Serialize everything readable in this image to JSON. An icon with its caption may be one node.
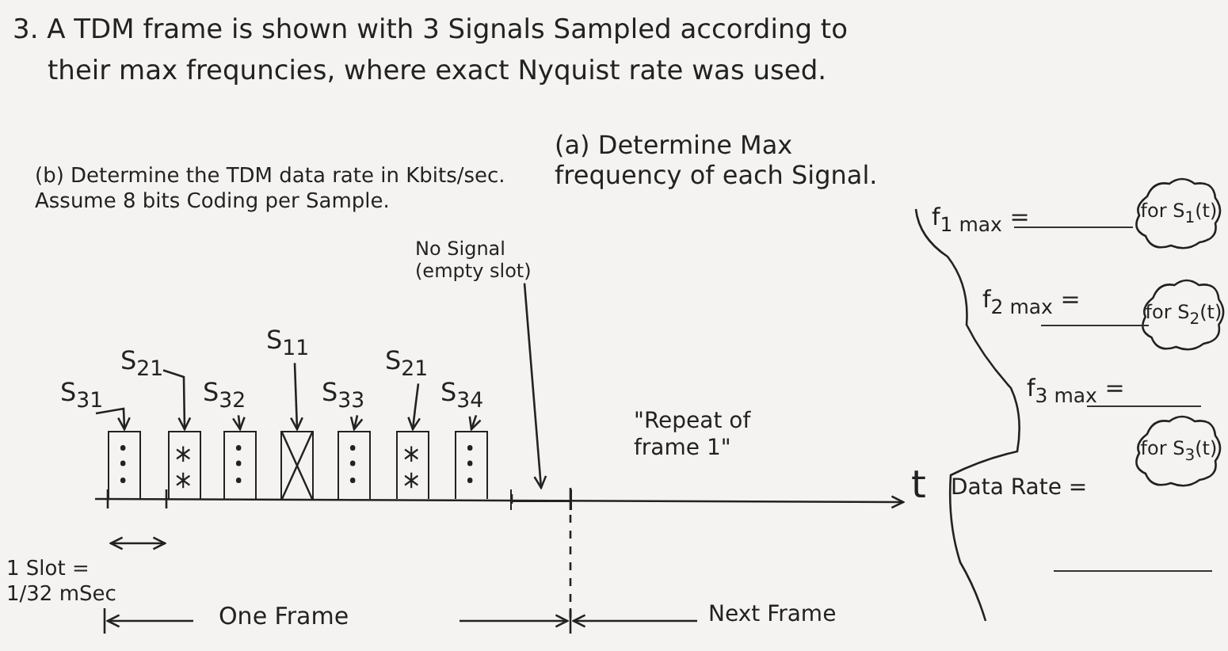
{
  "diagram": {
    "nodes": [
      {
        "text": [
          "S$_{31}$"
        ]
      },
      {
        "text": [
          "S$_{21}$"
        ]
      },
      {
        "text": [
          "S$_{32}$"
        ]
      },
      {
        "text": [
          "S$_{11}$"
        ]
      },
      {
        "text": [
          "S$_{33}$"
        ]
      },
      {
        "text": [
          "S$_{21}$"
        ]
      },
      {
        "text": [
          "S$_{34}$"
        ]
      },
      {
        "text": [
          "No Signal (empty slot)"
        ]
      },
      {
        "text": [],
        "shape": "box"
      },
      {
        "text": [],
        "shape": "box"
      },
      {
        "text": [],
        "shape": "box"
      },
      {
        "text": [],
        "shape": "box"
      },
      {
        "text": [],
        "shape": "box"
      },
      {
        "text": [],
        "shape": "box"
      },
      {
        "text": [],
        "shape": "box"
      },
      {
        "text": [],
        "shape": "bar"
      },
      {
        "text": [
          "for S$_{1}$(t)"
        ]
      },
      {
        "text": [
          "for S$_{2}$(t)"
        ]
      },
      {
        "text": [
          "for S$_{3}$(t)"
        ]
      }
    ],
    "edges": [
      {
        "from": 0,
        "to": 8,
        "arrow": "to"
      },
      {
        "from": 1,
        "to": 9,
        "arrow": "to"
      },
      {
        "from": 2,
        "to": 10,
        "arrow": "to"
      },
      {
        "from": 3,
        "to": 11,
        "arrow": "to"
      },
      {
        "from": 4,
        "to": 12,
        "arrow": "to"
      },
      {
        "from": 5,
        "to": 13,
        "arrow": "to"
      },
      {
        "from": 6,
        "to": 14,
        "arrow": "to"
      },
      {
        "from": 7,
        "to": 15,
        "arrow": "to"
      }
    ],
    "labels": [
      "3. A TDM frame is shown with 3 Signals Sampled according to their max frequncies, where exact Nyquist rate was used.",
      "(a) Determine Max frequency of each Signal.",
      "(b) Determine the TDM data rate in Kbits/sec. Assume 8 bits Coding per Sample.",
      "f$_{1 max}$ =",
      "f$_{2 max}$ =",
      "f$_{3 max}$ =",
      "Data Rate =",
      "t",
      "\"Repeat of frame 1\"",
      "1 Slot = 1/32 mSec",
      "One Frame",
      "Next Frame"
    ]
  }
}
